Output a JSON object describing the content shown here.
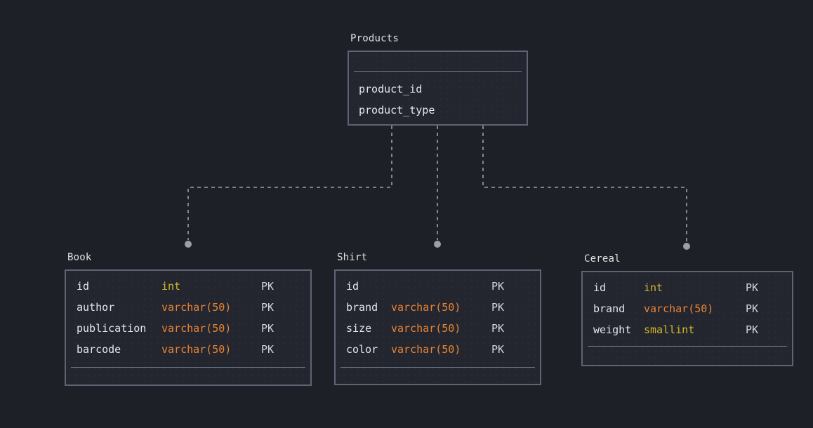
{
  "theme": {
    "background": "#1d2026",
    "entity_fill": "#23262f",
    "entity_border": "#5d6474",
    "divider": "#757c8e",
    "title_text": "#dfe2e7",
    "field_text": "#e4e6ea",
    "pk_text": "#d4d6da",
    "type_colors": {
      "int": "#d4b829",
      "smallint": "#d4b829",
      "varchar": "#ea8434"
    },
    "connector": "#999fa8",
    "connector_dot": "#9ba0a8"
  },
  "entities": {
    "products": {
      "title": "Products",
      "fields": [
        {
          "name": "product_id"
        },
        {
          "name": "product_type"
        }
      ]
    },
    "book": {
      "title": "Book",
      "fields": [
        {
          "name": "id",
          "type": "int",
          "key": "PK"
        },
        {
          "name": "author",
          "type": "varchar(50)",
          "key": "PK"
        },
        {
          "name": "publication",
          "type": "varchar(50)",
          "key": "PK"
        },
        {
          "name": "barcode",
          "type": "varchar(50)",
          "key": "PK"
        }
      ]
    },
    "shirt": {
      "title": "Shirt",
      "fields": [
        {
          "name": "id",
          "type": "",
          "key": "PK"
        },
        {
          "name": "brand",
          "type": "varchar(50)",
          "key": "PK"
        },
        {
          "name": "size",
          "type": "varchar(50)",
          "key": "PK"
        },
        {
          "name": "color",
          "type": "varchar(50)",
          "key": "PK"
        }
      ]
    },
    "cereal": {
      "title": "Cereal",
      "fields": [
        {
          "name": "id",
          "type": "int",
          "key": "PK"
        },
        {
          "name": "brand",
          "type": "varchar(50)",
          "key": "PK"
        },
        {
          "name": "weight",
          "type": "smallint",
          "key": "PK"
        }
      ]
    }
  },
  "relationships": [
    {
      "from": "Products",
      "to": "Book"
    },
    {
      "from": "Products",
      "to": "Shirt"
    },
    {
      "from": "Products",
      "to": "Cereal"
    }
  ]
}
